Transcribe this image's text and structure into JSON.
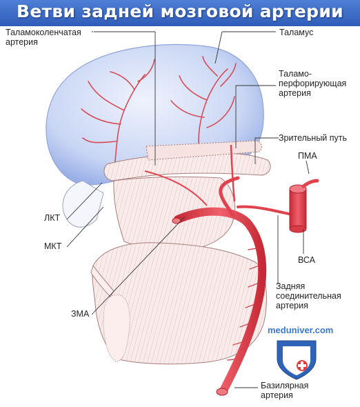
{
  "title": "Ветви задней мозговой артерии",
  "labels": {
    "thalamogeniculate": "Таламоколенчатая\nартерия",
    "thalamus": "Таламус",
    "thalamoperforating": "Таламо-\nперфорирующая\nартерия",
    "optic_tract": "Зрительный путь",
    "pma": "ПМА",
    "lkt": "ЛКТ",
    "mkt": "МКТ",
    "vsa": "ВСА",
    "posterior_communicating": "Задняя\nсоединительная\nартерия",
    "zma": "ЗМА",
    "site": "meduniver.com",
    "basilar": "Базилярная\nартерия"
  },
  "colors": {
    "title_bg": "#3b6cc8",
    "thalamus_fill": "#c6d4f3",
    "artery": "#e0424e",
    "tissue": "#f7e4e2",
    "line": "#333333"
  }
}
